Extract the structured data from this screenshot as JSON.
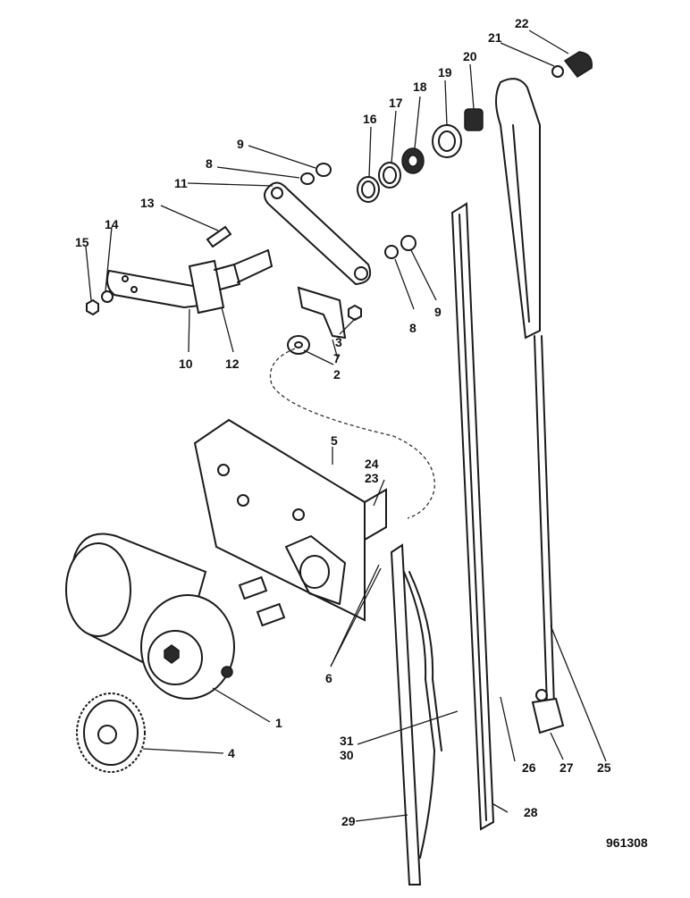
{
  "diagram": {
    "drawing_number": "961308",
    "callouts": [
      "1",
      "2",
      "3",
      "4",
      "5",
      "6",
      "7",
      "8",
      "9",
      "10",
      "11",
      "12",
      "13",
      "14",
      "15",
      "16",
      "17",
      "18",
      "19",
      "20",
      "21",
      "22",
      "23",
      "24",
      "25",
      "26",
      "27",
      "28",
      "29",
      "30",
      "31"
    ],
    "callout_8_b": "8",
    "callout_9_b": "9"
  }
}
